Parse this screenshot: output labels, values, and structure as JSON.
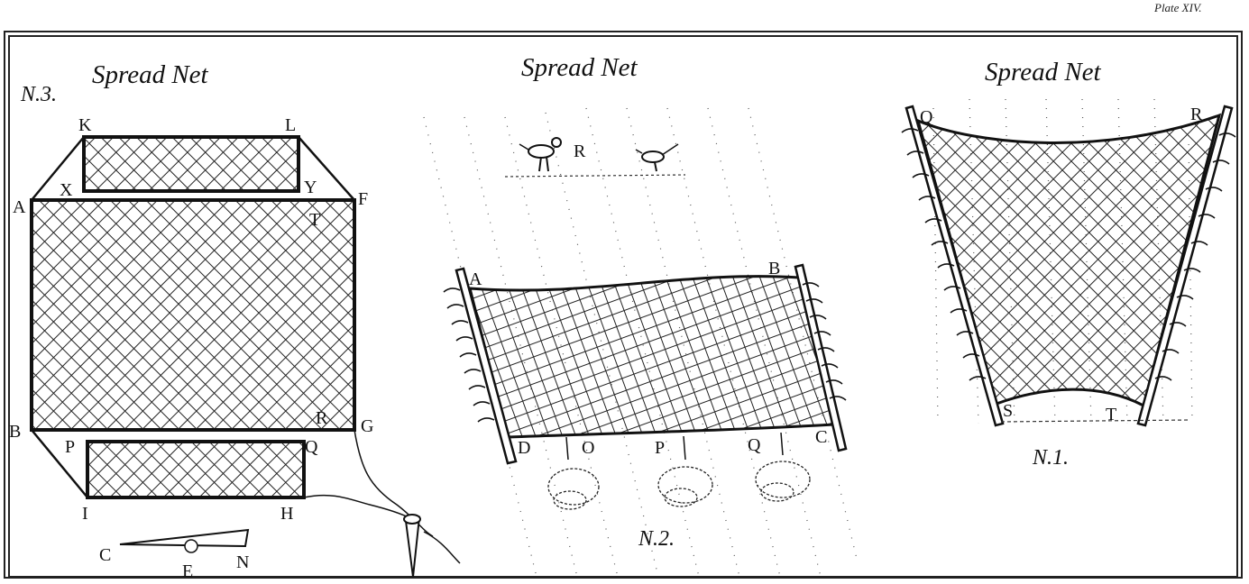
{
  "plate_label": "Plate XIV.",
  "figures": {
    "fig3": {
      "title": "Spread Net",
      "number": "N.3.",
      "labels": [
        "K",
        "L",
        "X",
        "Y",
        "A",
        "F",
        "T",
        "B",
        "G",
        "R",
        "P",
        "Q",
        "I",
        "H",
        "C",
        "E",
        "N"
      ]
    },
    "fig2": {
      "title": "Spread Net",
      "number": "N.2.",
      "labels": [
        "R",
        "A",
        "B",
        "C",
        "D",
        "O",
        "P",
        "Q"
      ]
    },
    "fig1": {
      "title": "Spread Net",
      "number": "N.1.",
      "labels": [
        "Q",
        "R",
        "S",
        "T"
      ]
    }
  }
}
